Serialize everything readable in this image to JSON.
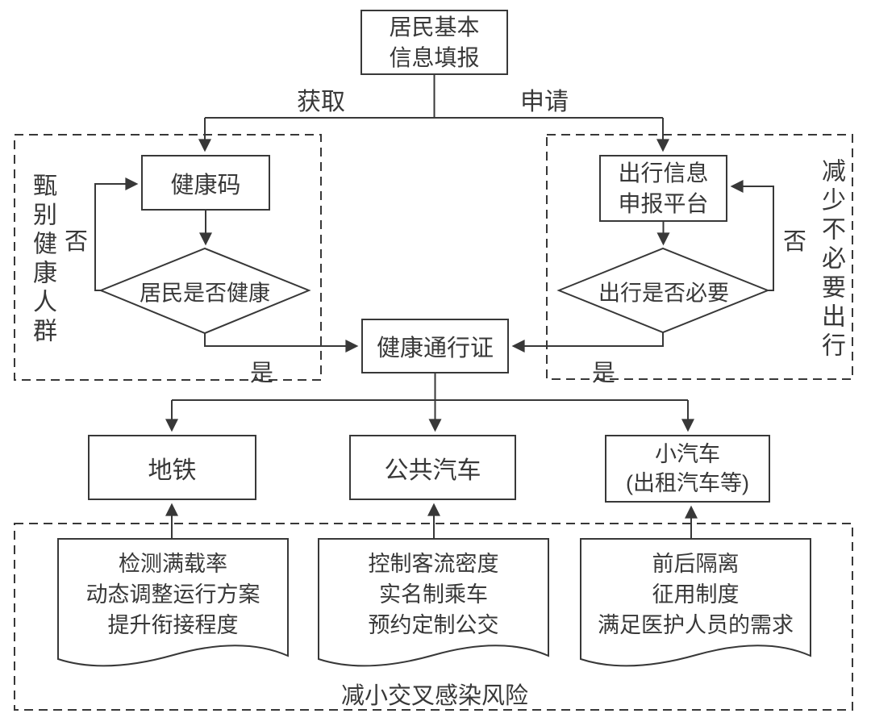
{
  "colors": {
    "line": "#383838",
    "background": "#ffffff"
  },
  "nodes": {
    "resident_info": {
      "line1": "居民基本",
      "line2": "信息填报"
    },
    "health_code": {
      "label": "健康码"
    },
    "resident_healthy_decision": {
      "label": "居民是否健康"
    },
    "travel_platform": {
      "line1": "出行信息",
      "line2": "申报平台"
    },
    "travel_necessary_decision": {
      "label": "出行是否必要"
    },
    "health_pass": {
      "label": "健康通行证"
    },
    "metro": {
      "label": "地铁"
    },
    "bus": {
      "label": "公共汽车"
    },
    "car": {
      "line1": "小汽车",
      "line2": "(出租汽车等)"
    }
  },
  "edge_labels": {
    "obtain": "获取",
    "apply": "申请",
    "no_left": "否",
    "no_right": "否",
    "yes_left": "是",
    "yes_right": "是"
  },
  "groups": {
    "left": {
      "label": "甄别健康人群"
    },
    "right": {
      "label": "减少不必要出行"
    },
    "bottom": {
      "label": "减小交叉感染风险"
    }
  },
  "documents": {
    "metro_measures": {
      "line1": "检测满载率",
      "line2": "动态调整运行方案",
      "line3": "提升衔接程度"
    },
    "bus_measures": {
      "line1": "控制客流密度",
      "line2": "实名制乘车",
      "line3": "预约定制公交"
    },
    "car_measures": {
      "line1": "前后隔离",
      "line2": "征用制度",
      "line3": "满足医护人员的需求"
    }
  }
}
